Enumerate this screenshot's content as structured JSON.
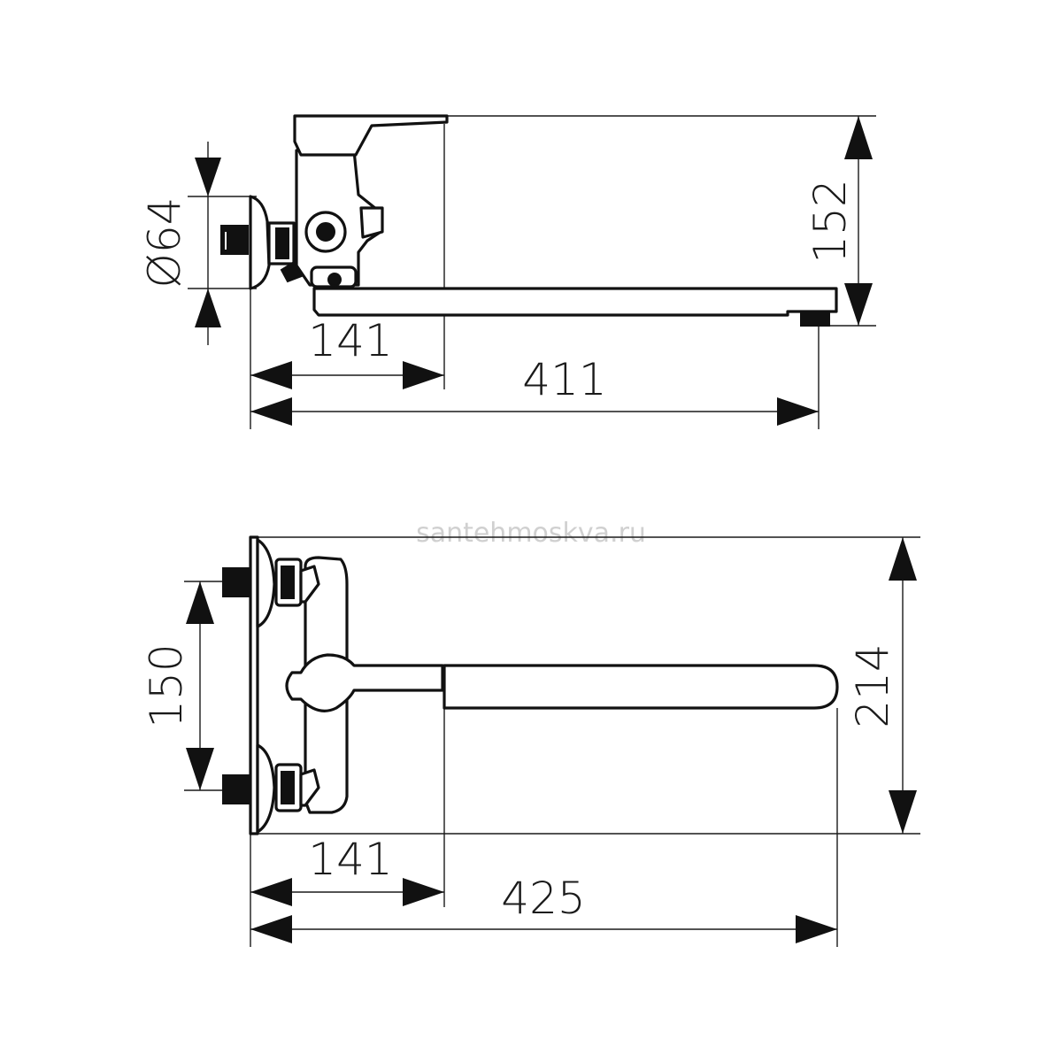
{
  "watermark": "santehmoskva.ru",
  "side_view": {
    "diameter_label": "Ø64",
    "height_label": "152",
    "body_width_label": "141",
    "spout_length_label": "411"
  },
  "top_view": {
    "inlet_spacing_label": "150",
    "depth_label": "214",
    "body_width_label": "141",
    "spout_length_label": "425"
  }
}
